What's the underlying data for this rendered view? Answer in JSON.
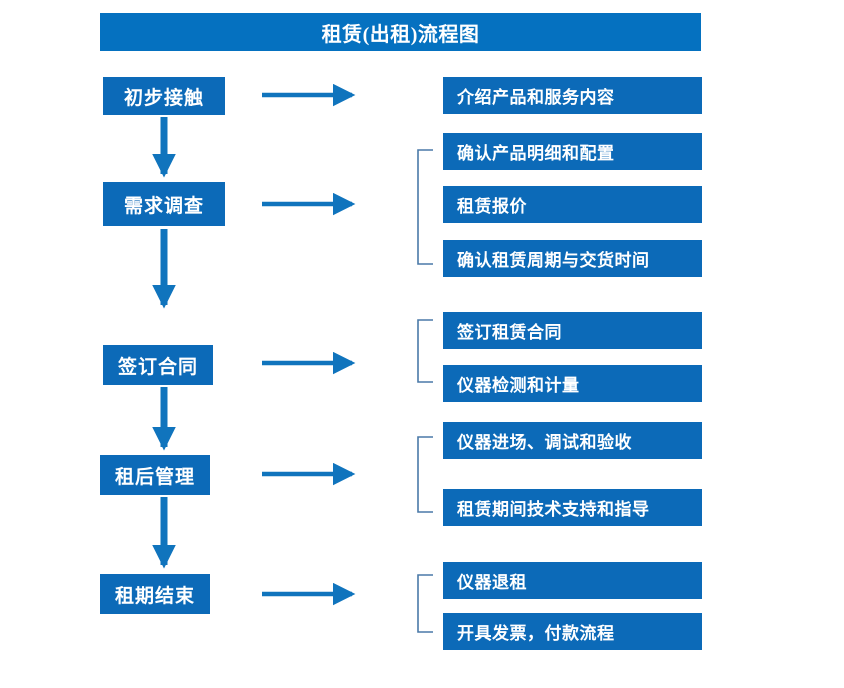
{
  "diagram": {
    "title": "租赁(出租)流程图",
    "colors": {
      "title_bar_blue": "#0571c0",
      "box_blue": "#0c6ab8",
      "arrow_blue": "#1074bd",
      "bracket_blue": "#4a79a8",
      "text_white": "#ffffff",
      "background": "#ffffff"
    },
    "stages": [
      {
        "label": "初步接触"
      },
      {
        "label": "需求调查"
      },
      {
        "label": "签订合同"
      },
      {
        "label": "租后管理"
      },
      {
        "label": "租期结束"
      }
    ],
    "detail_groups": [
      {
        "stage": "初步接触",
        "bracketed": false,
        "items": [
          {
            "label": "介绍产品和服务内容"
          }
        ]
      },
      {
        "stage": "需求调查",
        "bracketed": true,
        "items": [
          {
            "label": "确认产品明细和配置"
          },
          {
            "label": "租赁报价"
          },
          {
            "label": "确认租赁周期与交货时间"
          }
        ]
      },
      {
        "stage": "签订合同",
        "bracketed": true,
        "items": [
          {
            "label": "签订租赁合同"
          },
          {
            "label": "仪器检测和计量"
          }
        ]
      },
      {
        "stage": "租后管理",
        "bracketed": true,
        "items": [
          {
            "label": "仪器进场、调试和验收"
          },
          {
            "label": "租赁期间技术支持和指导"
          }
        ]
      },
      {
        "stage": "租期结束",
        "bracketed": true,
        "items": [
          {
            "label": "仪器退租"
          },
          {
            "label": "开具发票，付款流程"
          }
        ]
      }
    ],
    "connector_icons": {
      "horizontal_arrow": "right-arrow-icon",
      "vertical_arrow": "down-arrow-icon",
      "group_bracket": "bracket-icon"
    }
  }
}
